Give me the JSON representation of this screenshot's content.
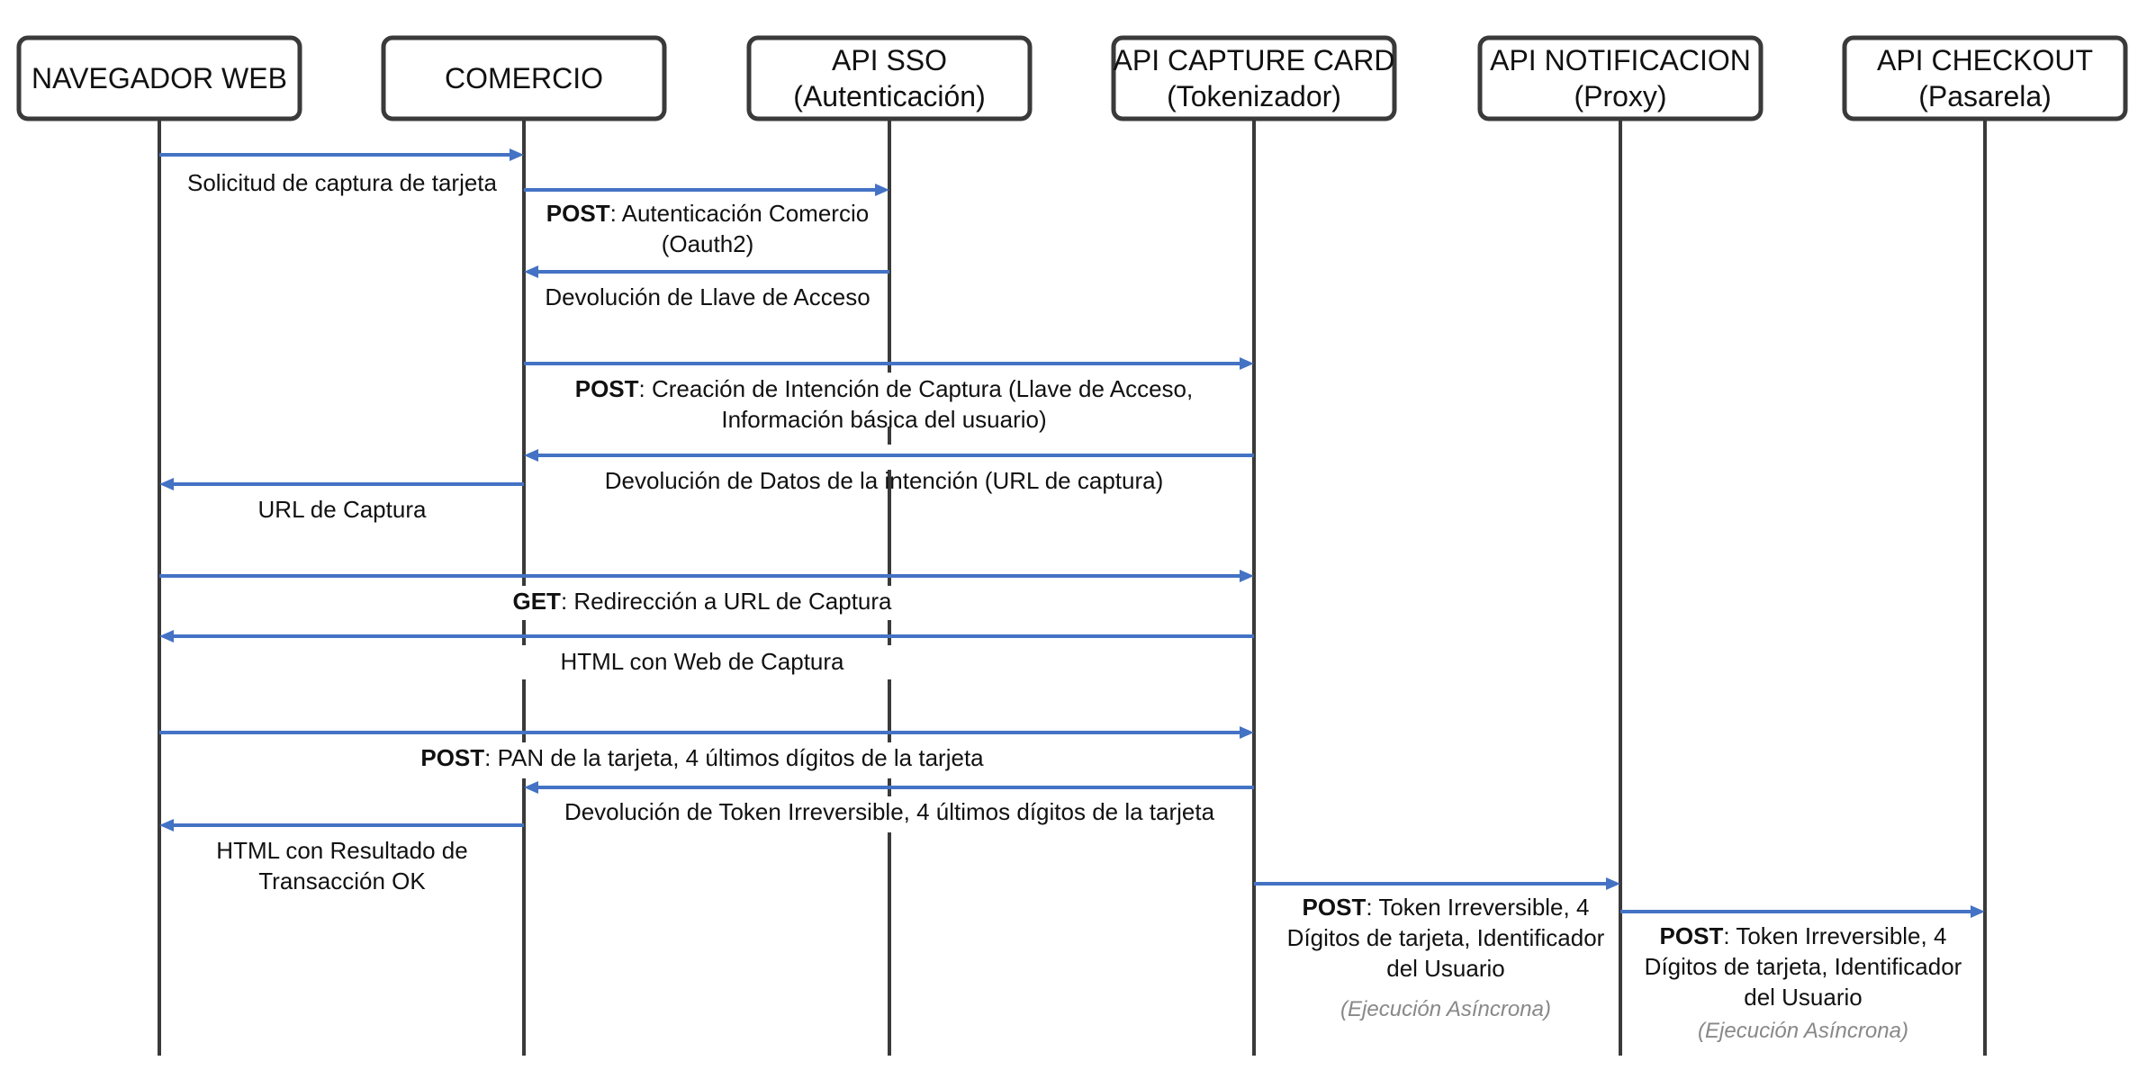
{
  "actors": [
    {
      "id": "browser",
      "lines": [
        "NAVEGADOR WEB"
      ]
    },
    {
      "id": "comercio",
      "lines": [
        "COMERCIO"
      ]
    },
    {
      "id": "sso",
      "lines": [
        "API SSO",
        "(Autenticación)"
      ]
    },
    {
      "id": "capture",
      "lines": [
        "API CAPTURE CARD",
        "(Tokenizador)"
      ]
    },
    {
      "id": "notif",
      "lines": [
        "API NOTIFICACION",
        "(Proxy)"
      ]
    },
    {
      "id": "checkout",
      "lines": [
        "API CHECKOUT",
        "(Pasarela)"
      ]
    }
  ],
  "messages": [
    {
      "from": "browser",
      "to": "comercio",
      "label": [
        [
          "Solicitud de captura de tarjeta"
        ]
      ]
    },
    {
      "from": "comercio",
      "to": "sso",
      "label": [
        [
          "POST",
          ": Autenticación Comercio"
        ],
        [
          "(Oauth2)"
        ]
      ]
    },
    {
      "from": "sso",
      "to": "comercio",
      "label": [
        [
          "Devolución de Llave de Acceso"
        ]
      ]
    },
    {
      "from": "comercio",
      "to": "capture",
      "label": [
        [
          "POST",
          ": Creación de Intención de Captura (Llave de Acceso,"
        ],
        [
          "Información básica del usuario)"
        ]
      ]
    },
    {
      "from": "capture",
      "to": "comercio",
      "label": [
        [
          "Devolución de Datos de la intención (URL de captura)"
        ]
      ]
    },
    {
      "from": "comercio",
      "to": "browser",
      "label": [
        [
          "URL de Captura"
        ]
      ]
    },
    {
      "from": "browser",
      "to": "capture",
      "label": [
        [
          "GET",
          ": Redirección a URL de Captura"
        ]
      ]
    },
    {
      "from": "capture",
      "to": "browser",
      "label": [
        [
          "HTML con Web de Captura"
        ]
      ]
    },
    {
      "from": "browser",
      "to": "capture",
      "label": [
        [
          "POST",
          ": PAN de la tarjeta, 4 últimos dígitos de la tarjeta"
        ]
      ]
    },
    {
      "from": "capture",
      "to": "comercio",
      "label": [
        [
          "Devolución de Token Irreversible, 4 últimos dígitos de la tarjeta"
        ]
      ]
    },
    {
      "from": "comercio",
      "to": "browser",
      "label": [
        [
          "HTML con Resultado de"
        ],
        [
          "Transacción OK"
        ]
      ]
    },
    {
      "from": "capture",
      "to": "notif",
      "label": [
        [
          "POST",
          ": Token Irreversible, 4"
        ],
        [
          "Dígitos de tarjeta, Identificador"
        ],
        [
          "del Usuario"
        ]
      ],
      "note": "(Ejecución Asíncrona)"
    },
    {
      "from": "notif",
      "to": "checkout",
      "label": [
        [
          "POST",
          ": Token Irreversible, 4"
        ],
        [
          "Dígitos de tarjeta, Identificador"
        ],
        [
          "del Usuario"
        ]
      ],
      "note": "(Ejecución Asíncrona)"
    }
  ]
}
